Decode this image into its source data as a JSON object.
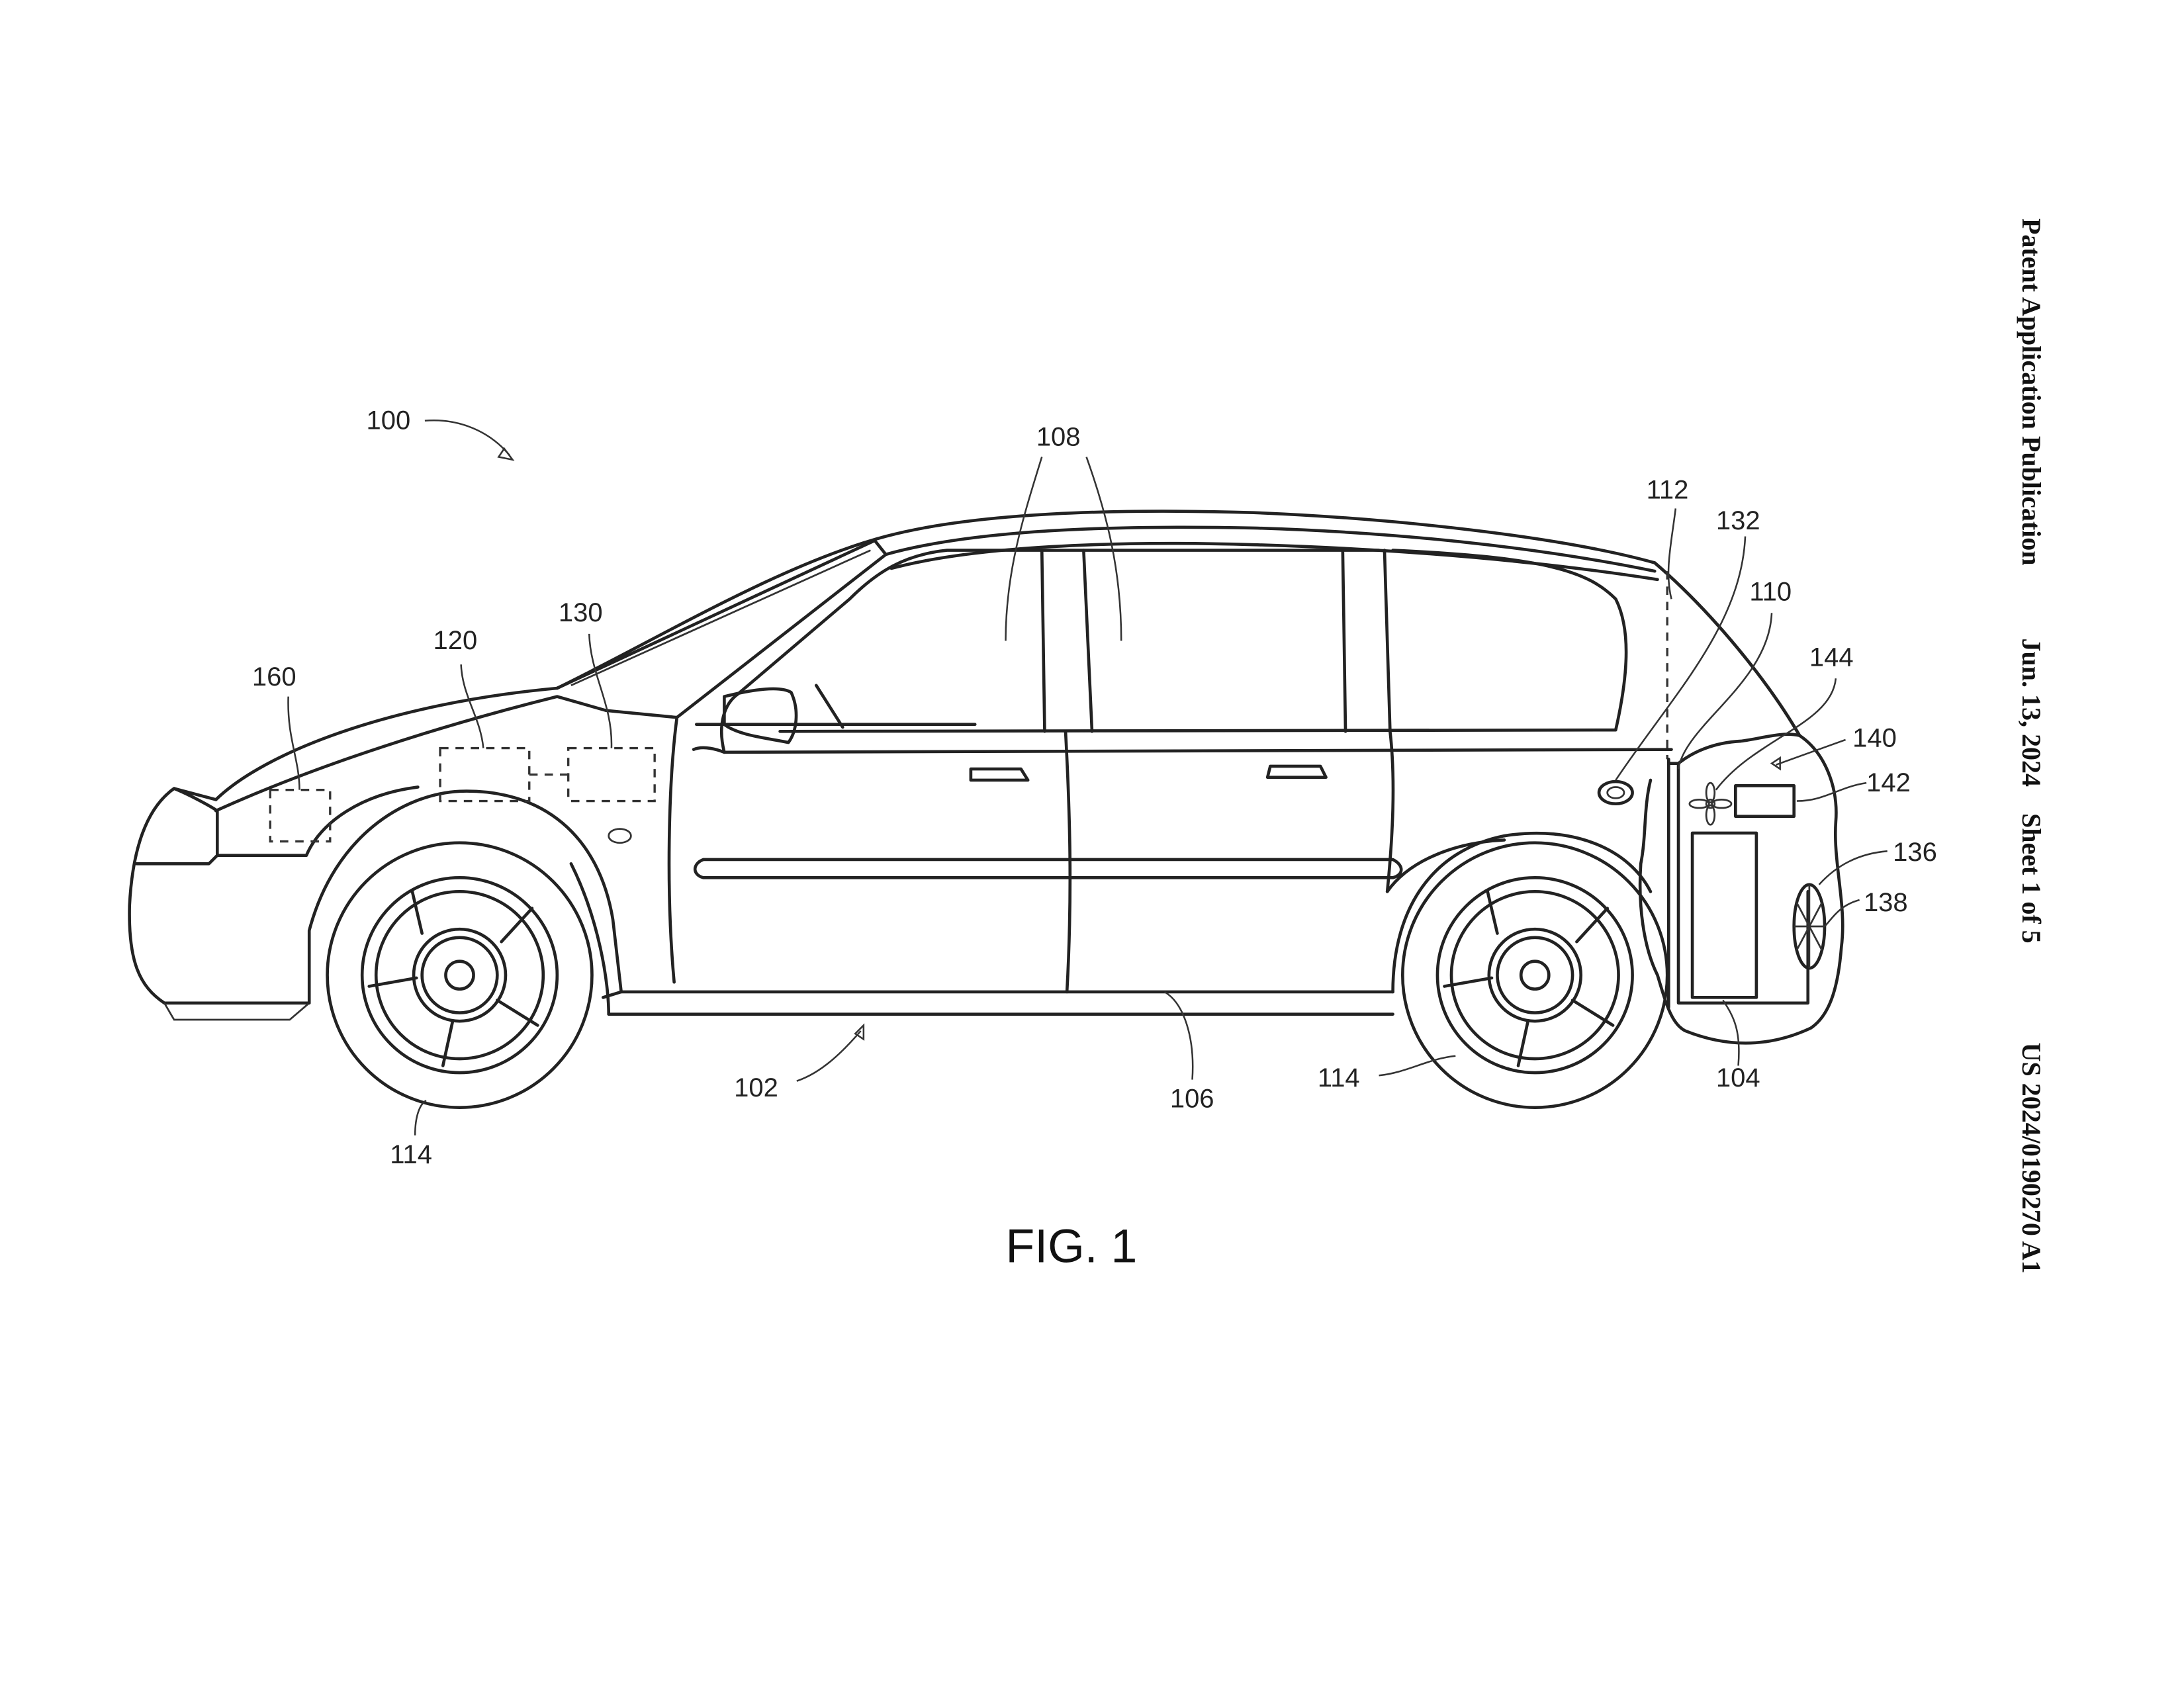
{
  "header": {
    "publication_type": "Patent Application Publication",
    "date": "Jun. 13, 2024",
    "sheet": "Sheet 1 of 5",
    "publication_number": "US 2024/0190270 A1"
  },
  "figure": {
    "caption": "FIG. 1",
    "reference_numerals": {
      "vehicle_system": "100",
      "vehicle": "102",
      "cargo_unit": "104",
      "door": "106",
      "windows": "108",
      "rear_compartment": "110",
      "rear_pillar": "112",
      "wheel_front": "114",
      "wheel_rear": "114",
      "module_120": "120",
      "module_130": "130",
      "port_132": "132",
      "component_136": "136",
      "component_138": "138",
      "assembly_140": "140",
      "component_142": "142",
      "fan_144": "144",
      "module_160": "160"
    }
  }
}
